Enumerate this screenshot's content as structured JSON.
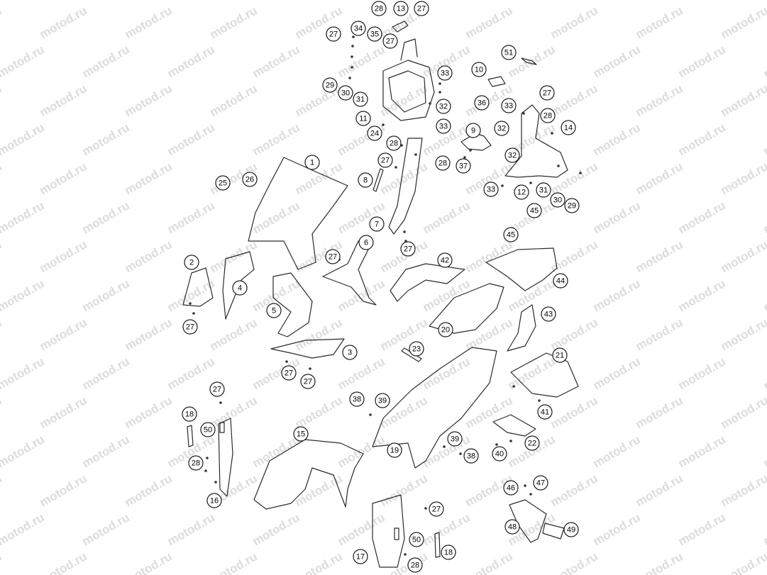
{
  "watermark": "motod.ru",
  "callouts": [
    {
      "n": "28"
    },
    {
      "n": "13"
    },
    {
      "n": "27"
    },
    {
      "n": "27"
    },
    {
      "n": "34"
    },
    {
      "n": "35"
    },
    {
      "n": "27"
    },
    {
      "n": "51"
    },
    {
      "n": "10"
    },
    {
      "n": "33"
    },
    {
      "n": "29"
    },
    {
      "n": "30"
    },
    {
      "n": "31"
    },
    {
      "n": "32"
    },
    {
      "n": "36"
    },
    {
      "n": "27"
    },
    {
      "n": "33"
    },
    {
      "n": "11"
    },
    {
      "n": "24"
    },
    {
      "n": "9"
    },
    {
      "n": "28"
    },
    {
      "n": "32"
    },
    {
      "n": "14"
    },
    {
      "n": "33"
    },
    {
      "n": "28"
    },
    {
      "n": "27"
    },
    {
      "n": "28"
    },
    {
      "n": "37"
    },
    {
      "n": "32"
    },
    {
      "n": "1"
    },
    {
      "n": "26"
    },
    {
      "n": "25"
    },
    {
      "n": "8"
    },
    {
      "n": "33"
    },
    {
      "n": "12"
    },
    {
      "n": "31"
    },
    {
      "n": "30"
    },
    {
      "n": "29"
    },
    {
      "n": "45"
    },
    {
      "n": "7"
    },
    {
      "n": "27"
    },
    {
      "n": "45"
    },
    {
      "n": "6"
    },
    {
      "n": "2"
    },
    {
      "n": "27"
    },
    {
      "n": "42"
    },
    {
      "n": "4"
    },
    {
      "n": "44"
    },
    {
      "n": "5"
    },
    {
      "n": "43"
    },
    {
      "n": "27"
    },
    {
      "n": "20"
    },
    {
      "n": "23"
    },
    {
      "n": "3"
    },
    {
      "n": "21"
    },
    {
      "n": "27"
    },
    {
      "n": "27"
    },
    {
      "n": "27"
    },
    {
      "n": "38"
    },
    {
      "n": "39"
    },
    {
      "n": "41"
    },
    {
      "n": "18"
    },
    {
      "n": "50"
    },
    {
      "n": "15"
    },
    {
      "n": "39"
    },
    {
      "n": "22"
    },
    {
      "n": "19"
    },
    {
      "n": "38"
    },
    {
      "n": "40"
    },
    {
      "n": "28"
    },
    {
      "n": "46"
    },
    {
      "n": "47"
    },
    {
      "n": "16"
    },
    {
      "n": "27"
    },
    {
      "n": "48"
    },
    {
      "n": "49"
    },
    {
      "n": "50"
    },
    {
      "n": "18"
    },
    {
      "n": "17"
    },
    {
      "n": "28"
    }
  ]
}
